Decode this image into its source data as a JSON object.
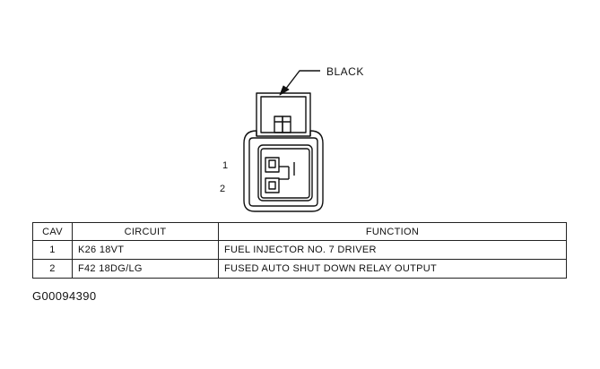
{
  "connector": {
    "color_callout": "BLACK",
    "cavity_labels": [
      "1",
      "2"
    ]
  },
  "table": {
    "headers": {
      "cav": "CAV",
      "circuit": "CIRCUIT",
      "function": "FUNCTION"
    },
    "rows": [
      {
        "cav": "1",
        "circuit": "K26 18VT",
        "function": "FUEL INJECTOR NO. 7 DRIVER"
      },
      {
        "cav": "2",
        "circuit": "F42 18DG/LG",
        "function": "FUSED AUTO SHUT DOWN RELAY OUTPUT"
      }
    ]
  },
  "figure_id": "G00094390",
  "colors": {
    "line": "#111111",
    "background": "#ffffff"
  }
}
